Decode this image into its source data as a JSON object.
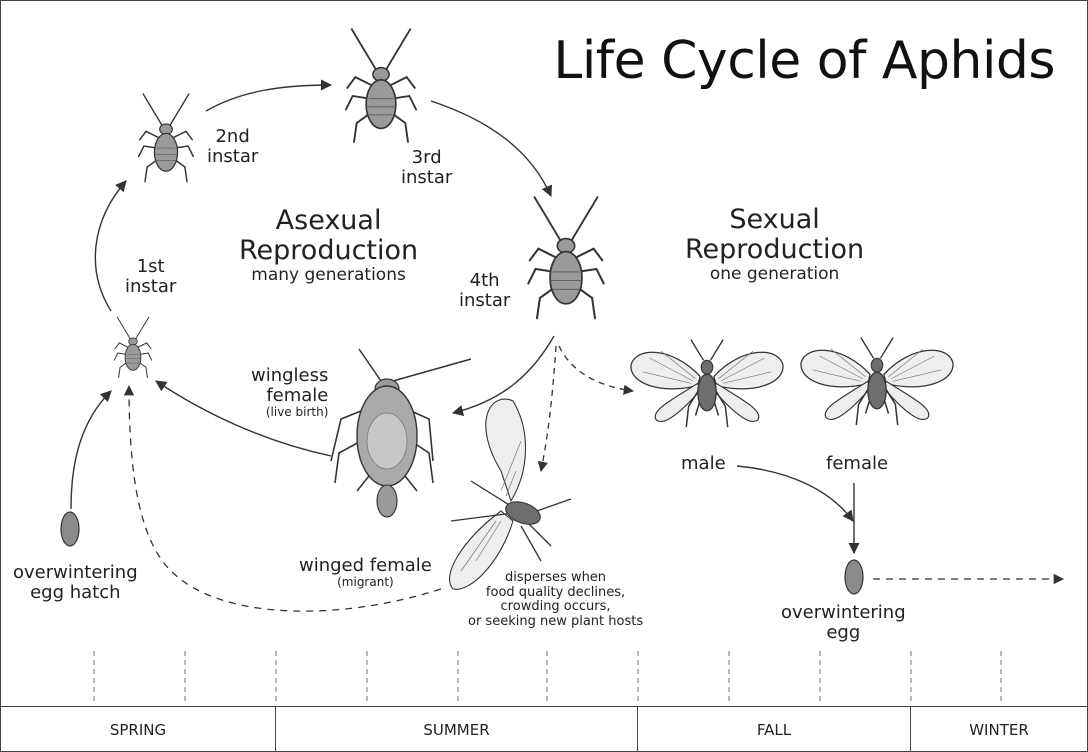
{
  "title": "Life Cycle of Aphids",
  "labels": {
    "instar1_l1": "1st",
    "instar1_l2": "instar",
    "instar2_l1": "2nd",
    "instar2_l2": "instar",
    "instar3_l1": "3rd",
    "instar3_l2": "instar",
    "instar4_l1": "4th",
    "instar4_l2": "instar",
    "asexual_l1": "Asexual",
    "asexual_l2": "Reproduction",
    "asexual_l3": "many generations",
    "sexual_l1": "Sexual",
    "sexual_l2": "Reproduction",
    "sexual_l3": "one generation",
    "wingless_l1": "wingless",
    "wingless_l2": "female",
    "wingless_l3": "(live birth)",
    "winged_l1": "winged female",
    "winged_l2": "(migrant)",
    "disperse_l1": "disperses when",
    "disperse_l2": "food quality declines,",
    "disperse_l3": "crowding occurs,",
    "disperse_l4": "or seeking new plant hosts",
    "egg_hatch_l1": "overwintering",
    "egg_hatch_l2": "egg hatch",
    "male": "male",
    "female": "female",
    "egg_l1": "overwintering",
    "egg_l2": "egg"
  },
  "seasons": [
    "SPRING",
    "SUMMER",
    "FALL",
    "WINTER"
  ],
  "colors": {
    "body": "#9a9a9a",
    "body_dark": "#6e6e6e",
    "line": "#333333",
    "wing": "#eeeeee"
  }
}
